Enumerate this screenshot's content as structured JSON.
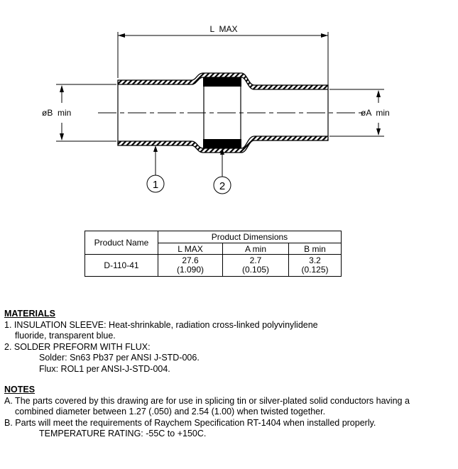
{
  "drawing": {
    "length_label": "L  MAX",
    "dia_b_label": "øB  min",
    "dia_a_label": "øA  min",
    "callout_1": "1",
    "callout_2": "2"
  },
  "table": {
    "product_name_header": "Product Name",
    "dimensions_header": "Product Dimensions",
    "col_headers": [
      "L MAX",
      "A min",
      "B min"
    ],
    "rows": [
      {
        "name": "D-110-41",
        "values": [
          [
            "27.6",
            "(1.090)"
          ],
          [
            "2.7",
            "(0.105)"
          ],
          [
            "3.2",
            "(0.125)"
          ]
        ]
      }
    ]
  },
  "materials": {
    "heading": "MATERIALS",
    "lines": [
      "1. INSULATION SLEEVE: Heat-shrinkable, radiation cross-linked polyvinylidene",
      "fluoride, transparent blue.",
      "2. SOLDER PREFORM WITH FLUX:",
      "Solder: Sn63 Pb37 per ANSI J-STD-006.",
      "Flux: ROL1 per ANSI-J-STD-004."
    ]
  },
  "notes": {
    "heading": "NOTES",
    "lines": [
      "A. The parts covered by this drawing are for use in splicing tin or silver-plated solid conductors having a",
      "combined diameter between 1.27 (.050) and 2.54 (1.00) when twisted together.",
      "B. Parts will meet the requirements of Raychem Specification RT-1404 when installed properly.",
      "TEMPERATURE RATING: -55C to +150C."
    ]
  }
}
